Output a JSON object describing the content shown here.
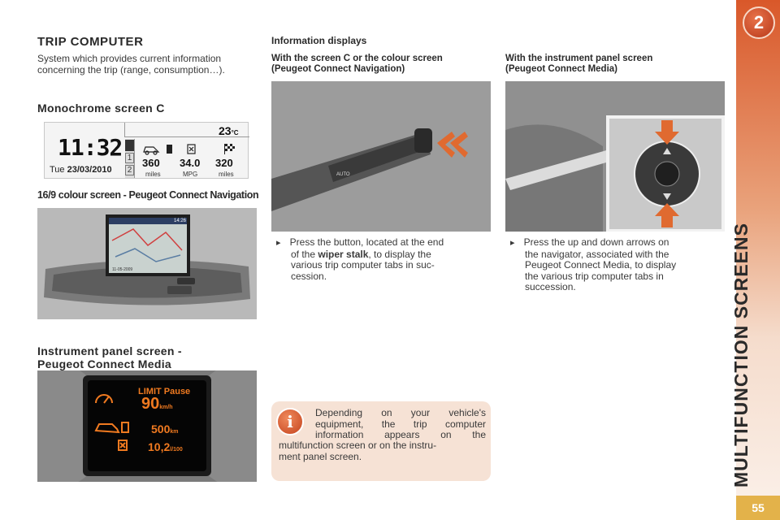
{
  "left": {
    "trip_title": "TRIP COMPUTER",
    "trip_desc_1": "System which provides current information",
    "trip_desc_2": "concerning the trip (range, consumption…).",
    "mono_title": "Monochrome screen C",
    "mono_screen": {
      "clock": "11:32",
      "date_day": "Tue",
      "date": "23/03/2010",
      "temp": "23",
      "temp_unit": "°C",
      "tab_1": "1",
      "tab_2": "2",
      "val_1": "360",
      "unit_1": "miles",
      "val_2": "34.0",
      "unit_2": "MPG",
      "val_3": "320",
      "unit_3": "miles"
    },
    "colour_caption": "16/9 colour screen - Peugeot Connect Navigation",
    "nav_screen_clock": "14:26",
    "nav_screen_date": "11-05-2009",
    "instrument_title_1": "Instrument panel screen -",
    "instrument_title_2": "Peugeot Connect Media",
    "cluster": {
      "limit_label": "LIMIT Pause",
      "speed": "90",
      "speed_unit": "km/h",
      "range": "500",
      "range_unit": "km",
      "consumption": "10,2",
      "consumption_unit": "l/100"
    }
  },
  "middle": {
    "info_title": "Information displays",
    "sub_1": "With the screen C or the colour screen",
    "sub_2": "(Peugeot Connect Navigation)",
    "stalk_label": "AUTO",
    "bullet_1": "Press the button, located at the end",
    "bullet_2_pre": "of the ",
    "bullet_2_bold": "wiper stalk",
    "bullet_2_post": ", to display the",
    "bullet_3": "various trip computer tabs in suc-",
    "bullet_4": "cession.",
    "note_1": "Depending on your vehicle's",
    "note_2": "equipment, the trip computer",
    "note_3": "information appears on the",
    "note_4": "multifunction screen or on the instru-",
    "note_5": "ment panel screen."
  },
  "right": {
    "sub_1": "With the instrument panel screen",
    "sub_2": "(Peugeot Connect Media)",
    "bullet_1": "Press the up and down arrows on",
    "bullet_2": "the navigator, associated with the",
    "bullet_3": "Peugeot Connect Media, to display",
    "bullet_4": "the various trip computer tabs in",
    "bullet_5": "succession."
  },
  "chapter": {
    "number": "2",
    "title": "MULTIFUNCTION SCREENS",
    "page": "55"
  },
  "colors": {
    "accent_orange": "#d9582a",
    "cluster_orange": "#f07a20",
    "note_bg": "#f6e2d5",
    "page_tab": "#e3b24a"
  }
}
